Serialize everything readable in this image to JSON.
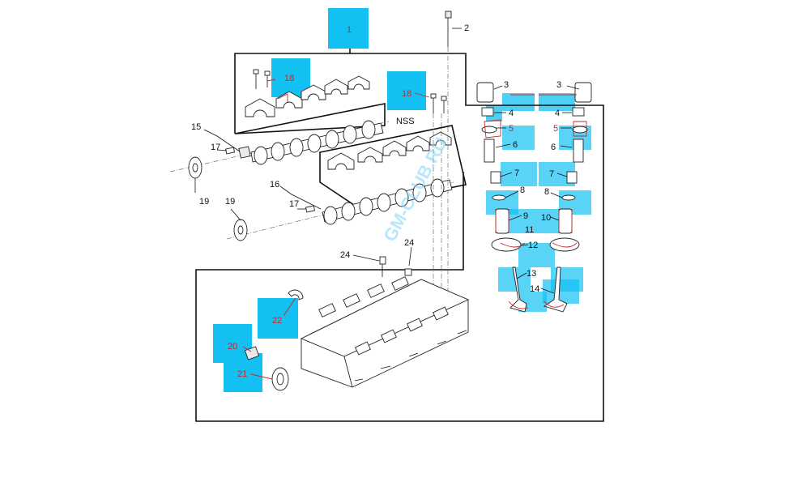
{
  "callouts": {
    "c1": "1",
    "c2": "2",
    "c3a": "3",
    "c3b": "3",
    "c4a": "4",
    "c4b": "4",
    "c5a": "5",
    "c5b": "5",
    "c6a": "6",
    "c6b": "6",
    "c7a": "7",
    "c7b": "7",
    "c8a": "8",
    "c8b": "8",
    "c9": "9",
    "c10": "10",
    "c11": "11",
    "c12": "12",
    "c13": "13",
    "c14": "14",
    "c15": "15",
    "c16": "16",
    "c17a": "17",
    "c17b": "17",
    "c18a": "18",
    "c18b": "18",
    "c19a": "19",
    "c19b": "19",
    "c20": "20",
    "c21": "21",
    "c22": "22",
    "c24a": "24",
    "c24b": "24",
    "nss": "NSS"
  },
  "watermark": "GM-CLUB.RU",
  "colors": {
    "highlight": "#13c0f2",
    "red_label": "#c8282a",
    "line": "#111111"
  }
}
